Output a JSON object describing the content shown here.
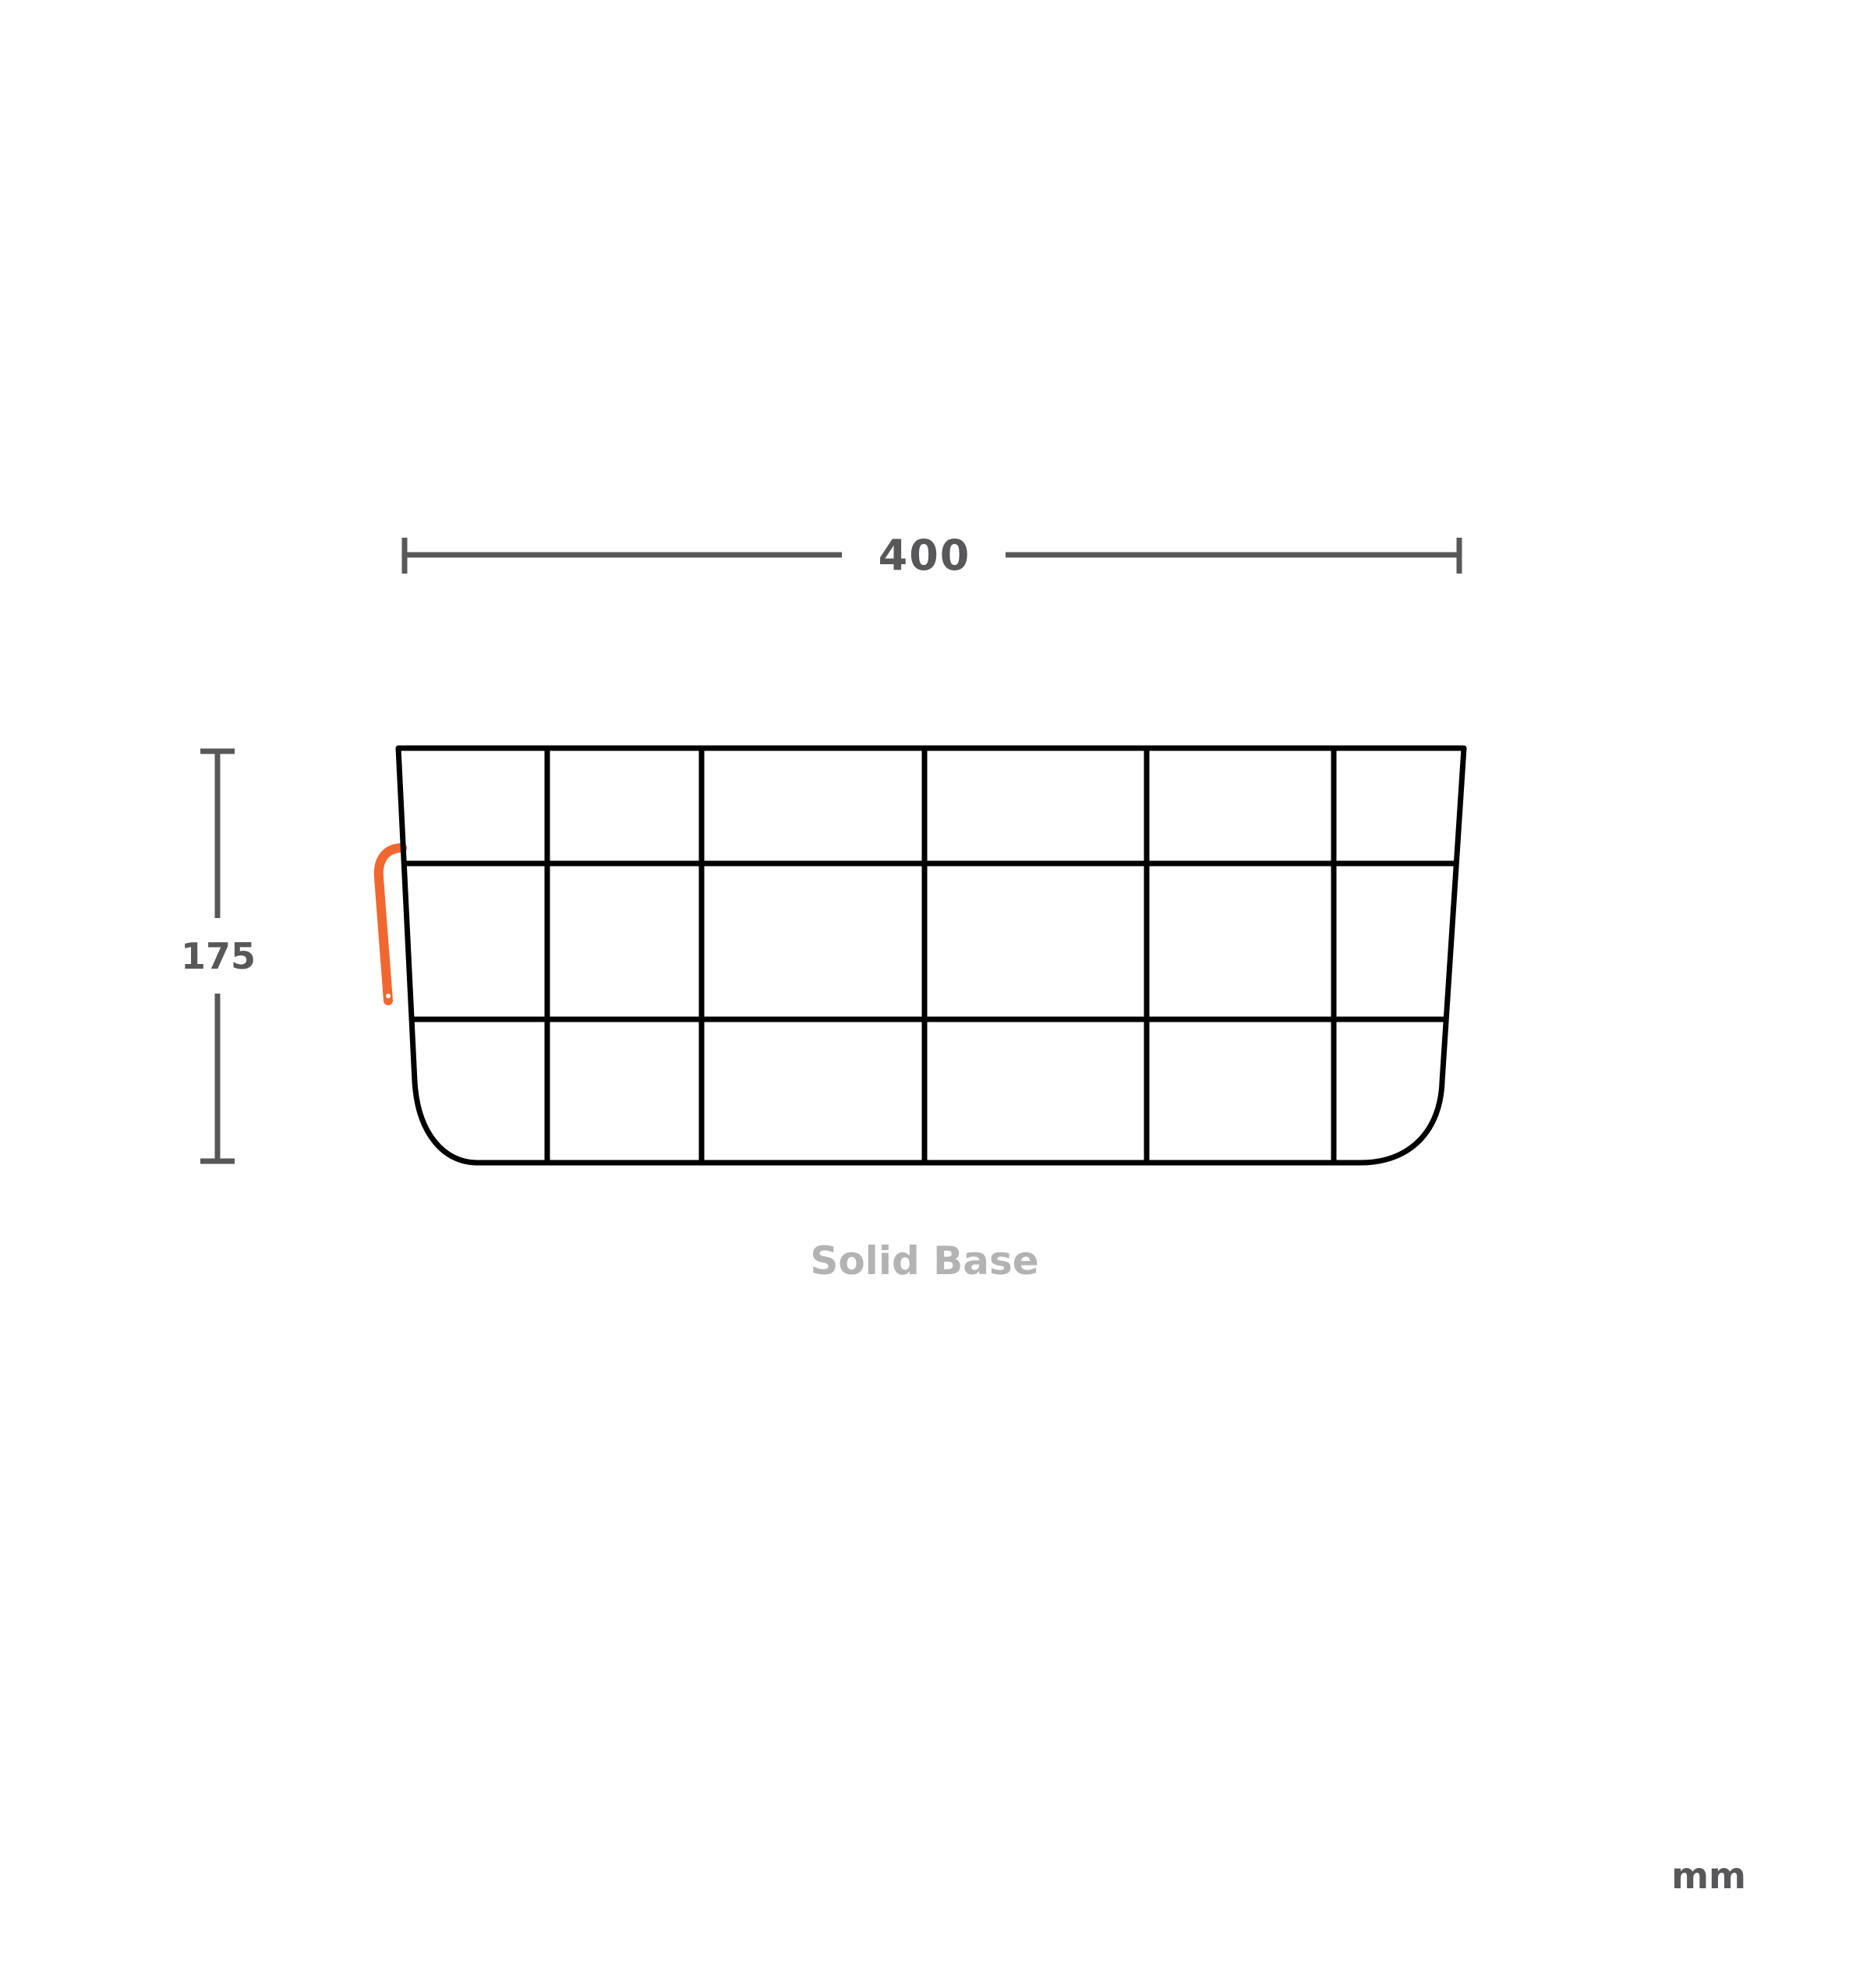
{
  "dimensions": {
    "width": "400",
    "height": "175"
  },
  "caption": "Solid Base",
  "unit": "mm",
  "colors": {
    "dimension_lines": "#58585a",
    "basket_outline": "#000000",
    "handle": "#f0672f",
    "caption": "#b3b3b3"
  }
}
